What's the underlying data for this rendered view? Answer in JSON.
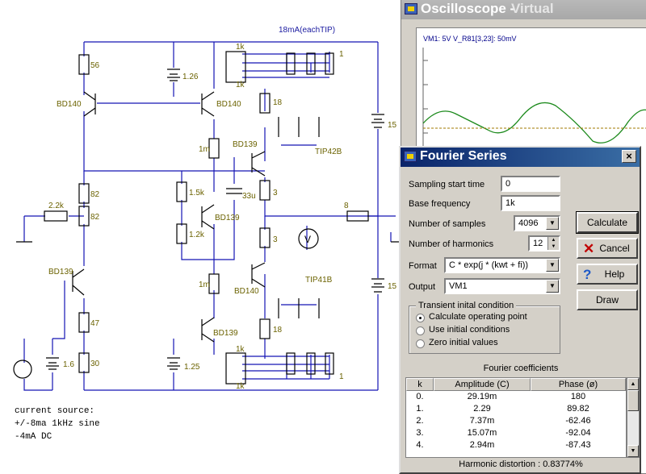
{
  "schematic": {
    "current_label": "18mA(eachTIP)",
    "transistors": [
      "BD140",
      "BD140",
      "BD139",
      "BD139",
      "BD140",
      "BD139",
      "BD139"
    ],
    "tip_labels": [
      "TIP42B",
      "TIP41B"
    ],
    "resistor_values": [
      "56",
      "1m",
      "82",
      "82",
      "2.2k",
      "1.5k",
      "1.2k",
      "47",
      "30",
      "1m",
      "3",
      "3",
      "18",
      "18",
      "8"
    ],
    "res_array_labels": [
      "1k",
      "1k",
      "1k",
      "1k"
    ],
    "resistor_small": [
      "1",
      "1"
    ],
    "battery_values": [
      "1.26",
      "1.6",
      "1.25",
      "15",
      "15"
    ],
    "capacitor_value": "33u",
    "voltmeter_label": "V",
    "notes": [
      "current source:",
      "+/-8ma 1kHz sine",
      "-4mA DC"
    ]
  },
  "oscilloscope": {
    "title_main": "Oscilloscope -",
    "title_sub": "Virtual",
    "info": "VM1: 5V     V_R81[3,23]: 50mV"
  },
  "fourier": {
    "title": "Fourier Series",
    "close_label": "×",
    "fields": {
      "sampling_start_label": "Sampling start time",
      "sampling_start_value": "0",
      "base_freq_label": "Base frequency",
      "base_freq_value": "1k",
      "samples_label": "Number of samples",
      "samples_value": "4096",
      "harmonics_label": "Number of harmonics",
      "harmonics_value": "12",
      "format_label": "Format",
      "format_value": "C * exp(j * (kwt + fi))",
      "output_label": "Output",
      "output_value": "VM1"
    },
    "buttons": {
      "calculate": "Calculate",
      "cancel": "Cancel",
      "help": "Help",
      "draw": "Draw"
    },
    "transient": {
      "title": "Transient inital condition",
      "options": [
        "Calculate operating point",
        "Use initial conditions",
        "Zero initial values"
      ],
      "selected": 0
    },
    "coefficients": {
      "title": "Fourier coefficients",
      "headers": [
        "k",
        "Amplitude (C)",
        "Phase (ø)"
      ],
      "rows": [
        [
          "0.",
          "29.19m",
          "180"
        ],
        [
          "1.",
          "2.29",
          "89.82"
        ],
        [
          "2.",
          "7.37m",
          "-62.46"
        ],
        [
          "3.",
          "15.07m",
          "-92.04"
        ],
        [
          "4.",
          "2.94m",
          "-87.43"
        ]
      ],
      "harmonic_distortion": "Harmonic distortion :   0.83774%"
    },
    "colors": {
      "title_start": "#0a246a",
      "title_end": "#3a6ea5"
    }
  }
}
